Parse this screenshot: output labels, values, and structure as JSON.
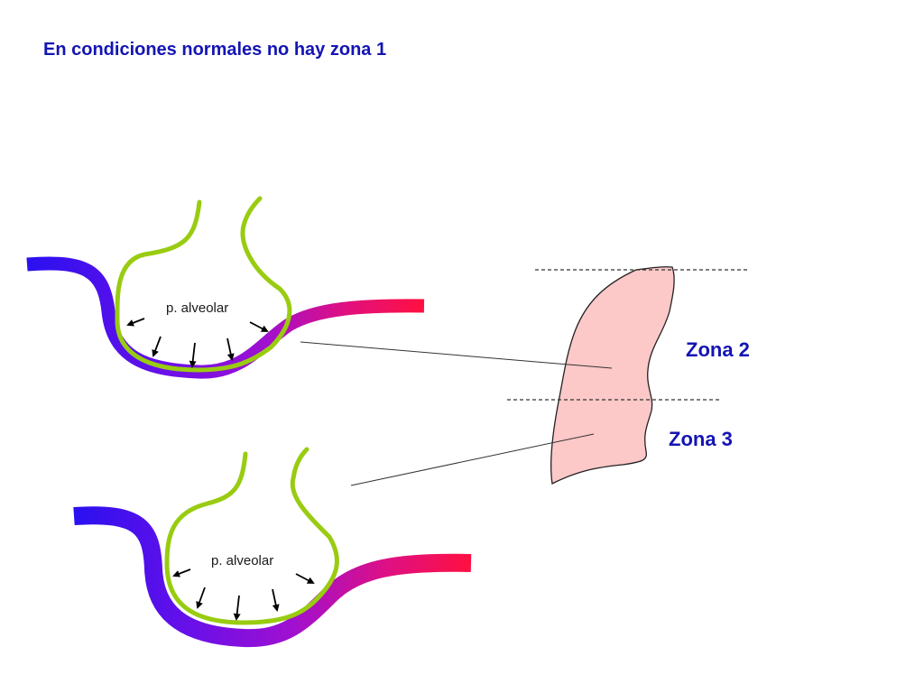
{
  "title": "En condiciones normales no hay zona 1",
  "upper_alveolus": {
    "label": "p. alveolar"
  },
  "lower_alveolus": {
    "label": "p. alveolar"
  },
  "lung": {
    "zone2_label": "Zona 2",
    "zone3_label": "Zona 3"
  },
  "colors": {
    "title": "#1414b4",
    "zone_label": "#1414b4",
    "alveolus_wall": "#99cc11",
    "vessel_start": "#2a10f0",
    "vessel_mid": "#8a10e0",
    "vessel_end": "#ff1040",
    "lung_fill": "#fcc8c8",
    "lung_outline": "#222222",
    "arrow": "#000000"
  }
}
